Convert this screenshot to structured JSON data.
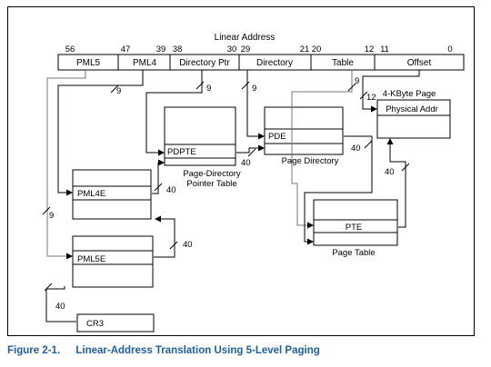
{
  "linear_address": {
    "title": "Linear Address",
    "fields": [
      "PML5",
      "PML4",
      "Directory Ptr",
      "Directory",
      "Table",
      "Offset"
    ],
    "bit_labels": [
      "56",
      "47",
      "39",
      "38",
      "30",
      "29",
      "21",
      "20",
      "12",
      "11",
      "0"
    ]
  },
  "tables": {
    "page_4k": "4-KByte Page",
    "physical_addr": "Physical Addr",
    "pdpte": "PDPTE",
    "pdpt_caption_line1": "Page-Directory",
    "pdpt_caption_line2": "Pointer Table",
    "pde": "PDE",
    "page_directory": "Page Directory",
    "pml4e": "PML4E",
    "pml5e": "PML5E",
    "pte": "PTE",
    "page_table": "Page Table",
    "cr3": "CR3"
  },
  "widths": {
    "pml5_idx": "9",
    "pml4_idx": "9",
    "dirptr_idx": "9",
    "dir_idx": "9",
    "table_idx": "9",
    "offset": "12",
    "pdpte_addr": "40",
    "pml4e_addr": "40",
    "pml5e_addr": "40",
    "pde_addr": "40",
    "pte_addr": "40",
    "cr3_addr": "40"
  },
  "caption": {
    "number": "Figure 2-1.",
    "title": "Linear-Address Translation Using 5-Level Paging"
  },
  "colors": {
    "caption": "#1f5fa8",
    "lines": "#000000"
  }
}
